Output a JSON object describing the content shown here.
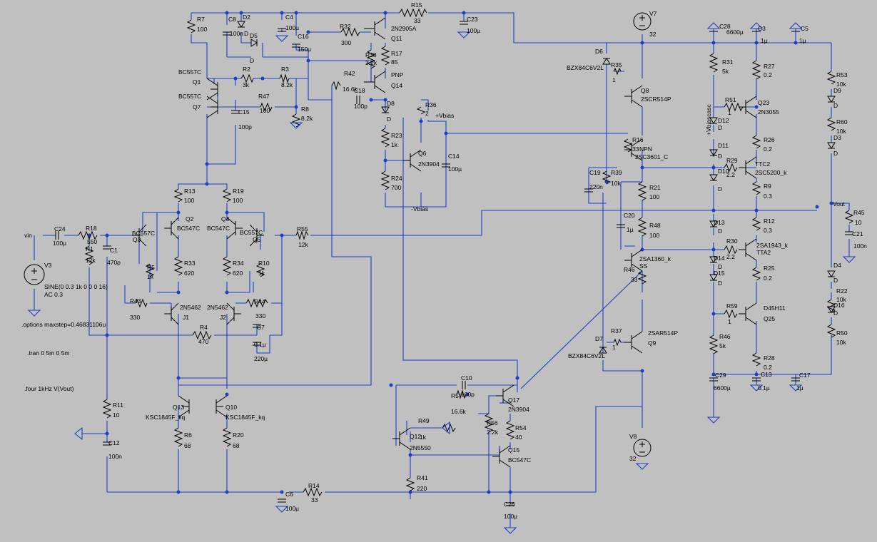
{
  "labels": [
    {
      "id": "lbl-r7",
      "t": "R7"
    },
    {
      "id": "lbl-r7v",
      "t": "100"
    },
    {
      "id": "lbl-c8",
      "t": "C8"
    },
    {
      "id": "lbl-c8v",
      "t": "100n"
    },
    {
      "id": "lbl-d2",
      "t": "D2"
    },
    {
      "id": "lbl-d2d",
      "t": "D"
    },
    {
      "id": "lbl-c4",
      "t": "C4"
    },
    {
      "id": "lbl-c4v",
      "t": "100µ"
    },
    {
      "id": "lbl-c16",
      "t": "C16"
    },
    {
      "id": "lbl-c16v",
      "t": "150µ"
    },
    {
      "id": "lbl-d5",
      "t": "D5"
    },
    {
      "id": "lbl-d5d",
      "t": "D"
    },
    {
      "id": "lbl-r32",
      "t": "R32"
    },
    {
      "id": "lbl-r32v",
      "t": "300"
    },
    {
      "id": "lbl-q11t",
      "t": "2N2905A"
    },
    {
      "id": "lbl-q11",
      "t": "Q11"
    },
    {
      "id": "lbl-r15",
      "t": "R15"
    },
    {
      "id": "lbl-r15v",
      "t": "33"
    },
    {
      "id": "lbl-c23",
      "t": "C23"
    },
    {
      "id": "lbl-c23v",
      "t": "100µ"
    },
    {
      "id": "lbl-r38",
      "t": "R38"
    },
    {
      "id": "lbl-r38v",
      "t": "2.2k"
    },
    {
      "id": "lbl-r17",
      "t": "R17"
    },
    {
      "id": "lbl-r17v",
      "t": "85"
    },
    {
      "id": "lbl-pnp",
      "t": "PNP"
    },
    {
      "id": "lbl-q14",
      "t": "Q14"
    },
    {
      "id": "lbl-r42",
      "t": "R42"
    },
    {
      "id": "lbl-r42v",
      "t": "16.6k"
    },
    {
      "id": "lbl-c18",
      "t": "C18"
    },
    {
      "id": "lbl-c18v",
      "t": "100p"
    },
    {
      "id": "lbl-bc557c1",
      "t": "BC557C"
    },
    {
      "id": "lbl-q1",
      "t": "Q1"
    },
    {
      "id": "lbl-r2",
      "t": "R2"
    },
    {
      "id": "lbl-r2v",
      "t": "3k"
    },
    {
      "id": "lbl-r3",
      "t": "R3"
    },
    {
      "id": "lbl-r3v",
      "t": "8.2k"
    },
    {
      "id": "lbl-bc557c7",
      "t": "BC557C"
    },
    {
      "id": "lbl-q7",
      "t": "Q7"
    },
    {
      "id": "lbl-r47",
      "t": "R47"
    },
    {
      "id": "lbl-r47v",
      "t": "100"
    },
    {
      "id": "lbl-r8",
      "t": "R8"
    },
    {
      "id": "lbl-r8v",
      "t": "8.2k"
    },
    {
      "id": "lbl-c15",
      "t": "C15"
    },
    {
      "id": "lbl-c15v",
      "t": "100p"
    },
    {
      "id": "lbl-d8",
      "t": "D8"
    },
    {
      "id": "lbl-d8d",
      "t": "D"
    },
    {
      "id": "lbl-r36",
      "t": "R36"
    },
    {
      "id": "lbl-r36v",
      "t": "2"
    },
    {
      "id": "lbl-vbias",
      "t": "+Vbias"
    },
    {
      "id": "lbl-r23",
      "t": "R23"
    },
    {
      "id": "lbl-r23v",
      "t": "1k"
    },
    {
      "id": "lbl-q6",
      "t": "Q6"
    },
    {
      "id": "lbl-q6t",
      "t": "2N3904"
    },
    {
      "id": "lbl-c14",
      "t": "C14"
    },
    {
      "id": "lbl-c14v",
      "t": "100µ"
    },
    {
      "id": "lbl-r24",
      "t": "R24"
    },
    {
      "id": "lbl-r24v",
      "t": "700"
    },
    {
      "id": "lbl-nvbias",
      "t": "-Vbias"
    },
    {
      "id": "lbl-v7",
      "t": "V7"
    },
    {
      "id": "lbl-v7v",
      "t": "32"
    },
    {
      "id": "lbl-c28",
      "t": "C28"
    },
    {
      "id": "lbl-c28v",
      "t": "6600µ"
    },
    {
      "id": "lbl-c3",
      "t": "C3"
    },
    {
      "id": "lbl-c3v",
      "t": "1µ"
    },
    {
      "id": "lbl-c5",
      "t": "C5"
    },
    {
      "id": "lbl-c5v",
      "t": "1µ"
    },
    {
      "id": "lbl-d6",
      "t": "D6"
    },
    {
      "id": "lbl-d6t",
      "t": "BZX84C6V2L"
    },
    {
      "id": "lbl-r35",
      "t": "R35"
    },
    {
      "id": "lbl-r35v",
      "t": "1"
    },
    {
      "id": "lbl-q8",
      "t": "Q8"
    },
    {
      "id": "lbl-q8t",
      "t": "2SCR514P"
    },
    {
      "id": "lbl-r31",
      "t": "R31"
    },
    {
      "id": "lbl-r31v",
      "t": "5k"
    },
    {
      "id": "lbl-r27",
      "t": "R27"
    },
    {
      "id": "lbl-r27v",
      "t": "0.2"
    },
    {
      "id": "lbl-r53",
      "t": "R53"
    },
    {
      "id": "lbl-r53v",
      "t": "10k"
    },
    {
      "id": "lbl-d9",
      "t": "D9"
    },
    {
      "id": "lbl-d9d",
      "t": "D"
    },
    {
      "id": "lbl-r51",
      "t": "R51"
    },
    {
      "id": "lbl-r51v",
      "t": "1"
    },
    {
      "id": "lbl-q23",
      "t": "Q23"
    },
    {
      "id": "lbl-q23t",
      "t": "2N3055"
    },
    {
      "id": "lbl-vbiascasc",
      "t": "+Vbiascasc"
    },
    {
      "id": "lbl-d12",
      "t": "D12"
    },
    {
      "id": "lbl-d12d",
      "t": "D"
    },
    {
      "id": "lbl-r60",
      "t": "R60"
    },
    {
      "id": "lbl-r60v",
      "t": "10k"
    },
    {
      "id": "lbl-d3",
      "t": "D3"
    },
    {
      "id": "lbl-d3d",
      "t": "D"
    },
    {
      "id": "lbl-r26",
      "t": "R26"
    },
    {
      "id": "lbl-r26v",
      "t": "0.2"
    },
    {
      "id": "lbl-r16",
      "t": "R16"
    },
    {
      "id": "lbl-r16v",
      "t": "33"
    },
    {
      "id": "lbl-npn",
      "t": "NPN"
    },
    {
      "id": "lbl-q16t",
      "t": "2SC3601_C"
    },
    {
      "id": "lbl-d11",
      "t": "D11"
    },
    {
      "id": "lbl-d11d",
      "t": "D"
    },
    {
      "id": "lbl-r29",
      "t": "R29"
    },
    {
      "id": "lbl-r29v",
      "t": "2.2"
    },
    {
      "id": "lbl-ttc2",
      "t": "TTC2"
    },
    {
      "id": "lbl-ttc2t",
      "t": "2SC5200_k"
    },
    {
      "id": "lbl-c19",
      "t": "C19"
    },
    {
      "id": "lbl-c19v",
      "t": "220n"
    },
    {
      "id": "lbl-r39",
      "t": "R39"
    },
    {
      "id": "lbl-r39v",
      "t": "10k"
    },
    {
      "id": "lbl-d10",
      "t": "D10"
    },
    {
      "id": "lbl-d10d",
      "t": "D"
    },
    {
      "id": "lbl-r9",
      "t": "R9"
    },
    {
      "id": "lbl-r9v",
      "t": "0.3"
    },
    {
      "id": "lbl-r21",
      "t": "R21"
    },
    {
      "id": "lbl-r21v",
      "t": "100"
    },
    {
      "id": "lbl-vout",
      "t": "Vout"
    },
    {
      "id": "lbl-r45",
      "t": "R45"
    },
    {
      "id": "lbl-r45v",
      "t": "10"
    },
    {
      "id": "lbl-c20",
      "t": "C20"
    },
    {
      "id": "lbl-c20v",
      "t": "1µ"
    },
    {
      "id": "lbl-r48",
      "t": "R48"
    },
    {
      "id": "lbl-r48v",
      "t": "100"
    },
    {
      "id": "lbl-d13",
      "t": "D13"
    },
    {
      "id": "lbl-d13d",
      "t": "D"
    },
    {
      "id": "lbl-r12",
      "t": "R12"
    },
    {
      "id": "lbl-r12v",
      "t": "0.3"
    },
    {
      "id": "lbl-c21",
      "t": "C21"
    },
    {
      "id": "lbl-c21v",
      "t": "100n"
    },
    {
      "id": "lbl-r30",
      "t": "R30"
    },
    {
      "id": "lbl-r30v",
      "t": "2.2"
    },
    {
      "id": "lbl-q2sa",
      "t": "2SA1943_k"
    },
    {
      "id": "lbl-tta2",
      "t": "TTA2"
    },
    {
      "id": "lbl-d14",
      "t": "D14"
    },
    {
      "id": "lbl-d14d",
      "t": "D"
    },
    {
      "id": "lbl-q18t",
      "t": "2SA1360_k"
    },
    {
      "id": "lbl-q18s",
      "t": "SS"
    },
    {
      "id": "lbl-r46a",
      "t": "R46"
    },
    {
      "id": "lbl-r46av",
      "t": "33"
    },
    {
      "id": "lbl-d15",
      "t": "D15"
    },
    {
      "id": "lbl-d15d",
      "t": "D"
    },
    {
      "id": "lbl-r25",
      "t": "R25"
    },
    {
      "id": "lbl-r25v",
      "t": "0.2"
    },
    {
      "id": "lbl-d4",
      "t": "D4"
    },
    {
      "id": "lbl-d4d",
      "t": "D"
    },
    {
      "id": "lbl-r22",
      "t": "R22"
    },
    {
      "id": "lbl-r22v",
      "t": "10k"
    },
    {
      "id": "lbl-d16",
      "t": "D16"
    },
    {
      "id": "lbl-d16d",
      "t": "D"
    },
    {
      "id": "lbl-r59",
      "t": "R59"
    },
    {
      "id": "lbl-r59v",
      "t": "1"
    },
    {
      "id": "lbl-d45h11",
      "t": "D45H11"
    },
    {
      "id": "lbl-q25",
      "t": "Q25"
    },
    {
      "id": "lbl-r50",
      "t": "R50"
    },
    {
      "id": "lbl-r50v",
      "t": "10k"
    },
    {
      "id": "lbl-r37",
      "t": "R37"
    },
    {
      "id": "lbl-r37v",
      "t": "1"
    },
    {
      "id": "lbl-q9t",
      "t": "2SAR514P"
    },
    {
      "id": "lbl-q9",
      "t": "Q9"
    },
    {
      "id": "lbl-r46",
      "t": "R46"
    },
    {
      "id": "lbl-r46v",
      "t": "5k"
    },
    {
      "id": "lbl-d7",
      "t": "D7"
    },
    {
      "id": "lbl-d7t",
      "t": "BZX84C6V2L"
    },
    {
      "id": "lbl-r28",
      "t": "R28"
    },
    {
      "id": "lbl-r28v",
      "t": "0.2"
    },
    {
      "id": "lbl-c29",
      "t": "C29"
    },
    {
      "id": "lbl-c29v",
      "t": "6600µ"
    },
    {
      "id": "lbl-c13",
      "t": "C13"
    },
    {
      "id": "lbl-c13v",
      "t": "0.1µ"
    },
    {
      "id": "lbl-c17",
      "t": "C17"
    },
    {
      "id": "lbl-c17v",
      "t": "1µ"
    },
    {
      "id": "lbl-r13",
      "t": "R13"
    },
    {
      "id": "lbl-r13v",
      "t": "100"
    },
    {
      "id": "lbl-r19",
      "t": "R19"
    },
    {
      "id": "lbl-r19v",
      "t": "100"
    },
    {
      "id": "lbl-q2",
      "t": "Q2"
    },
    {
      "id": "lbl-q2t",
      "t": "BC547C"
    },
    {
      "id": "lbl-q4",
      "t": "Q4"
    },
    {
      "id": "lbl-q4t",
      "t": "BC547C"
    },
    {
      "id": "lbl-q3t",
      "t": "BC557C"
    },
    {
      "id": "lbl-q3",
      "t": "Q3"
    },
    {
      "id": "lbl-q5t",
      "t": "BC557C"
    },
    {
      "id": "lbl-q5",
      "t": "Q5"
    },
    {
      "id": "lbl-vin",
      "t": "vin"
    },
    {
      "id": "lbl-c24",
      "t": "C24"
    },
    {
      "id": "lbl-c24v",
      "t": "100µ"
    },
    {
      "id": "lbl-r18",
      "t": "R18"
    },
    {
      "id": "lbl-r18v",
      "t": "550"
    },
    {
      "id": "lbl-r1",
      "t": "R1"
    },
    {
      "id": "lbl-r1v",
      "t": "12k"
    },
    {
      "id": "lbl-c1",
      "t": "C1"
    },
    {
      "id": "lbl-c1v",
      "t": "470p"
    },
    {
      "id": "lbl-r5",
      "t": "R5"
    },
    {
      "id": "lbl-r5v",
      "t": "1k"
    },
    {
      "id": "lbl-r33",
      "t": "R33"
    },
    {
      "id": "lbl-r33v",
      "t": "620"
    },
    {
      "id": "lbl-r34",
      "t": "R34"
    },
    {
      "id": "lbl-r34v",
      "t": "620"
    },
    {
      "id": "lbl-r10",
      "t": "R10"
    },
    {
      "id": "lbl-r10v",
      "t": "1k"
    },
    {
      "id": "lbl-r55",
      "t": "R55"
    },
    {
      "id": "lbl-r55v",
      "t": "12k"
    },
    {
      "id": "lbl-v3",
      "t": "V3"
    },
    {
      "id": "lbl-v3sine",
      "t": "SINE(0 0.3 1k 0 0 0 16)"
    },
    {
      "id": "lbl-v3ac",
      "t": "AC 0.3"
    },
    {
      "id": "lbl-r43",
      "t": "R43"
    },
    {
      "id": "lbl-r43v",
      "t": "330"
    },
    {
      "id": "lbl-j1t",
      "t": "2N5462"
    },
    {
      "id": "lbl-j1",
      "t": "J1"
    },
    {
      "id": "lbl-j2t",
      "t": "2N5462"
    },
    {
      "id": "lbl-j2",
      "t": "J2"
    },
    {
      "id": "lbl-r44",
      "t": "R44"
    },
    {
      "id": "lbl-r44v",
      "t": "330"
    },
    {
      "id": "lbl-c7",
      "t": "C7"
    },
    {
      "id": "lbl-c7v",
      "t": "0.1µ"
    },
    {
      "id": "lbl-c7b",
      "t": "220µ"
    },
    {
      "id": "lbl-r4",
      "t": "R4"
    },
    {
      "id": "lbl-r4v",
      "t": "470"
    },
    {
      "id": "lbl-opt",
      "t": ".options maxstep=0.46831106u"
    },
    {
      "id": "lbl-tran",
      "t": ".tran 0 5m 0 5m"
    },
    {
      "id": "lbl-four",
      "t": ".four 1kHz V(Vout)"
    },
    {
      "id": "lbl-c10",
      "t": "C10"
    },
    {
      "id": "lbl-c10v",
      "t": "100p"
    },
    {
      "id": "lbl-q17",
      "t": "Q17"
    },
    {
      "id": "lbl-q17t",
      "t": "2N3904"
    },
    {
      "id": "lbl-r57",
      "t": "R57"
    },
    {
      "id": "lbl-r57v",
      "t": "16.6k"
    },
    {
      "id": "lbl-q13",
      "t": "Q13"
    },
    {
      "id": "lbl-q13t",
      "t": "KSC1845F_kq"
    },
    {
      "id": "lbl-q10",
      "t": "Q10"
    },
    {
      "id": "lbl-q10t",
      "t": "KSC1845F_kq"
    },
    {
      "id": "lbl-r11",
      "t": "R11"
    },
    {
      "id": "lbl-r11v",
      "t": "10"
    },
    {
      "id": "lbl-r56",
      "t": "R56"
    },
    {
      "id": "lbl-r56v",
      "t": "2.2k"
    },
    {
      "id": "lbl-r54",
      "t": "R54"
    },
    {
      "id": "lbl-r54v",
      "t": "40"
    },
    {
      "id": "lbl-r49",
      "t": "R49"
    },
    {
      "id": "lbl-r49v",
      "t": "1k"
    },
    {
      "id": "lbl-q12",
      "t": "Q12"
    },
    {
      "id": "lbl-q12t",
      "t": "2N5550"
    },
    {
      "id": "lbl-q15",
      "t": "Q15"
    },
    {
      "id": "lbl-q15t",
      "t": "BC547C"
    },
    {
      "id": "lbl-r6",
      "t": "R6"
    },
    {
      "id": "lbl-r6v",
      "t": "68"
    },
    {
      "id": "lbl-r20",
      "t": "R20"
    },
    {
      "id": "lbl-r20v",
      "t": "68"
    },
    {
      "id": "lbl-c12",
      "t": "C12"
    },
    {
      "id": "lbl-c12v",
      "t": "100n"
    },
    {
      "id": "lbl-r41",
      "t": "R41"
    },
    {
      "id": "lbl-r41v",
      "t": "220"
    },
    {
      "id": "lbl-v8",
      "t": "V8"
    },
    {
      "id": "lbl-v8v",
      "t": "32"
    },
    {
      "id": "lbl-c6",
      "t": "C6"
    },
    {
      "id": "lbl-c6v",
      "t": "100µ"
    },
    {
      "id": "lbl-r14",
      "t": "R14"
    },
    {
      "id": "lbl-r14v",
      "t": "33"
    },
    {
      "id": "lbl-c26",
      "t": "C26"
    },
    {
      "id": "lbl-c26v",
      "t": "100µ"
    }
  ]
}
